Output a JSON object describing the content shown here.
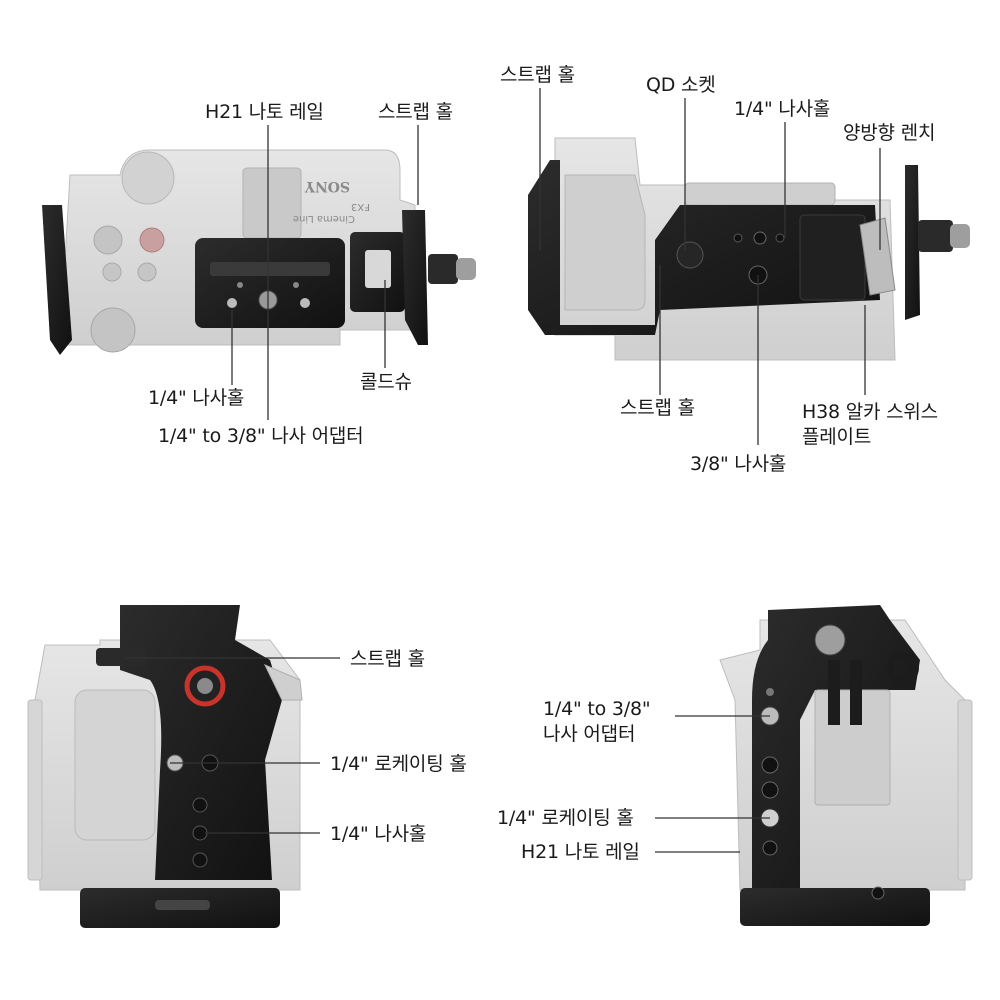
{
  "labels": {
    "top_left": {
      "h21_rail": "H21 나토 레일",
      "strap_hole": "스트랩 홀",
      "screw_hole_14": "1/4\" 나사홀",
      "cold_shoe": "콜드슈",
      "adapter": "1/4\" to 3/8\" 나사 어댑터"
    },
    "top_right": {
      "strap_hole_top": "스트랩 홀",
      "qd_socket": "QD 소켓",
      "screw_hole_14": "1/4\" 나사홀",
      "wrench": "양방향 렌치",
      "strap_hole_bottom": "스트랩 홀",
      "arca_line1": "H38 알카 스위스",
      "arca_line2": "플레이트",
      "screw_hole_38": "3/8\" 나사홀"
    },
    "bottom_left": {
      "strap_hole": "스트랩 홀",
      "locating_hole": "1/4\" 로케이팅 홀",
      "screw_hole_14": "1/4\" 나사홀"
    },
    "bottom_right": {
      "adapter_line1": "1/4\" to 3/8\"",
      "adapter_line2": "나사 어댑터",
      "locating_hole": "1/4\" 로케이팅 홀",
      "h21_rail": "H21 나토 레일"
    }
  },
  "camera_print": {
    "brand": "SONY",
    "model": "FX3",
    "line": "Cinema Line"
  },
  "colors": {
    "camera_body": "#dcdcdc",
    "cage_black": "#1c1c1c",
    "accent_red": "#c8342c",
    "leader": "#333333"
  }
}
